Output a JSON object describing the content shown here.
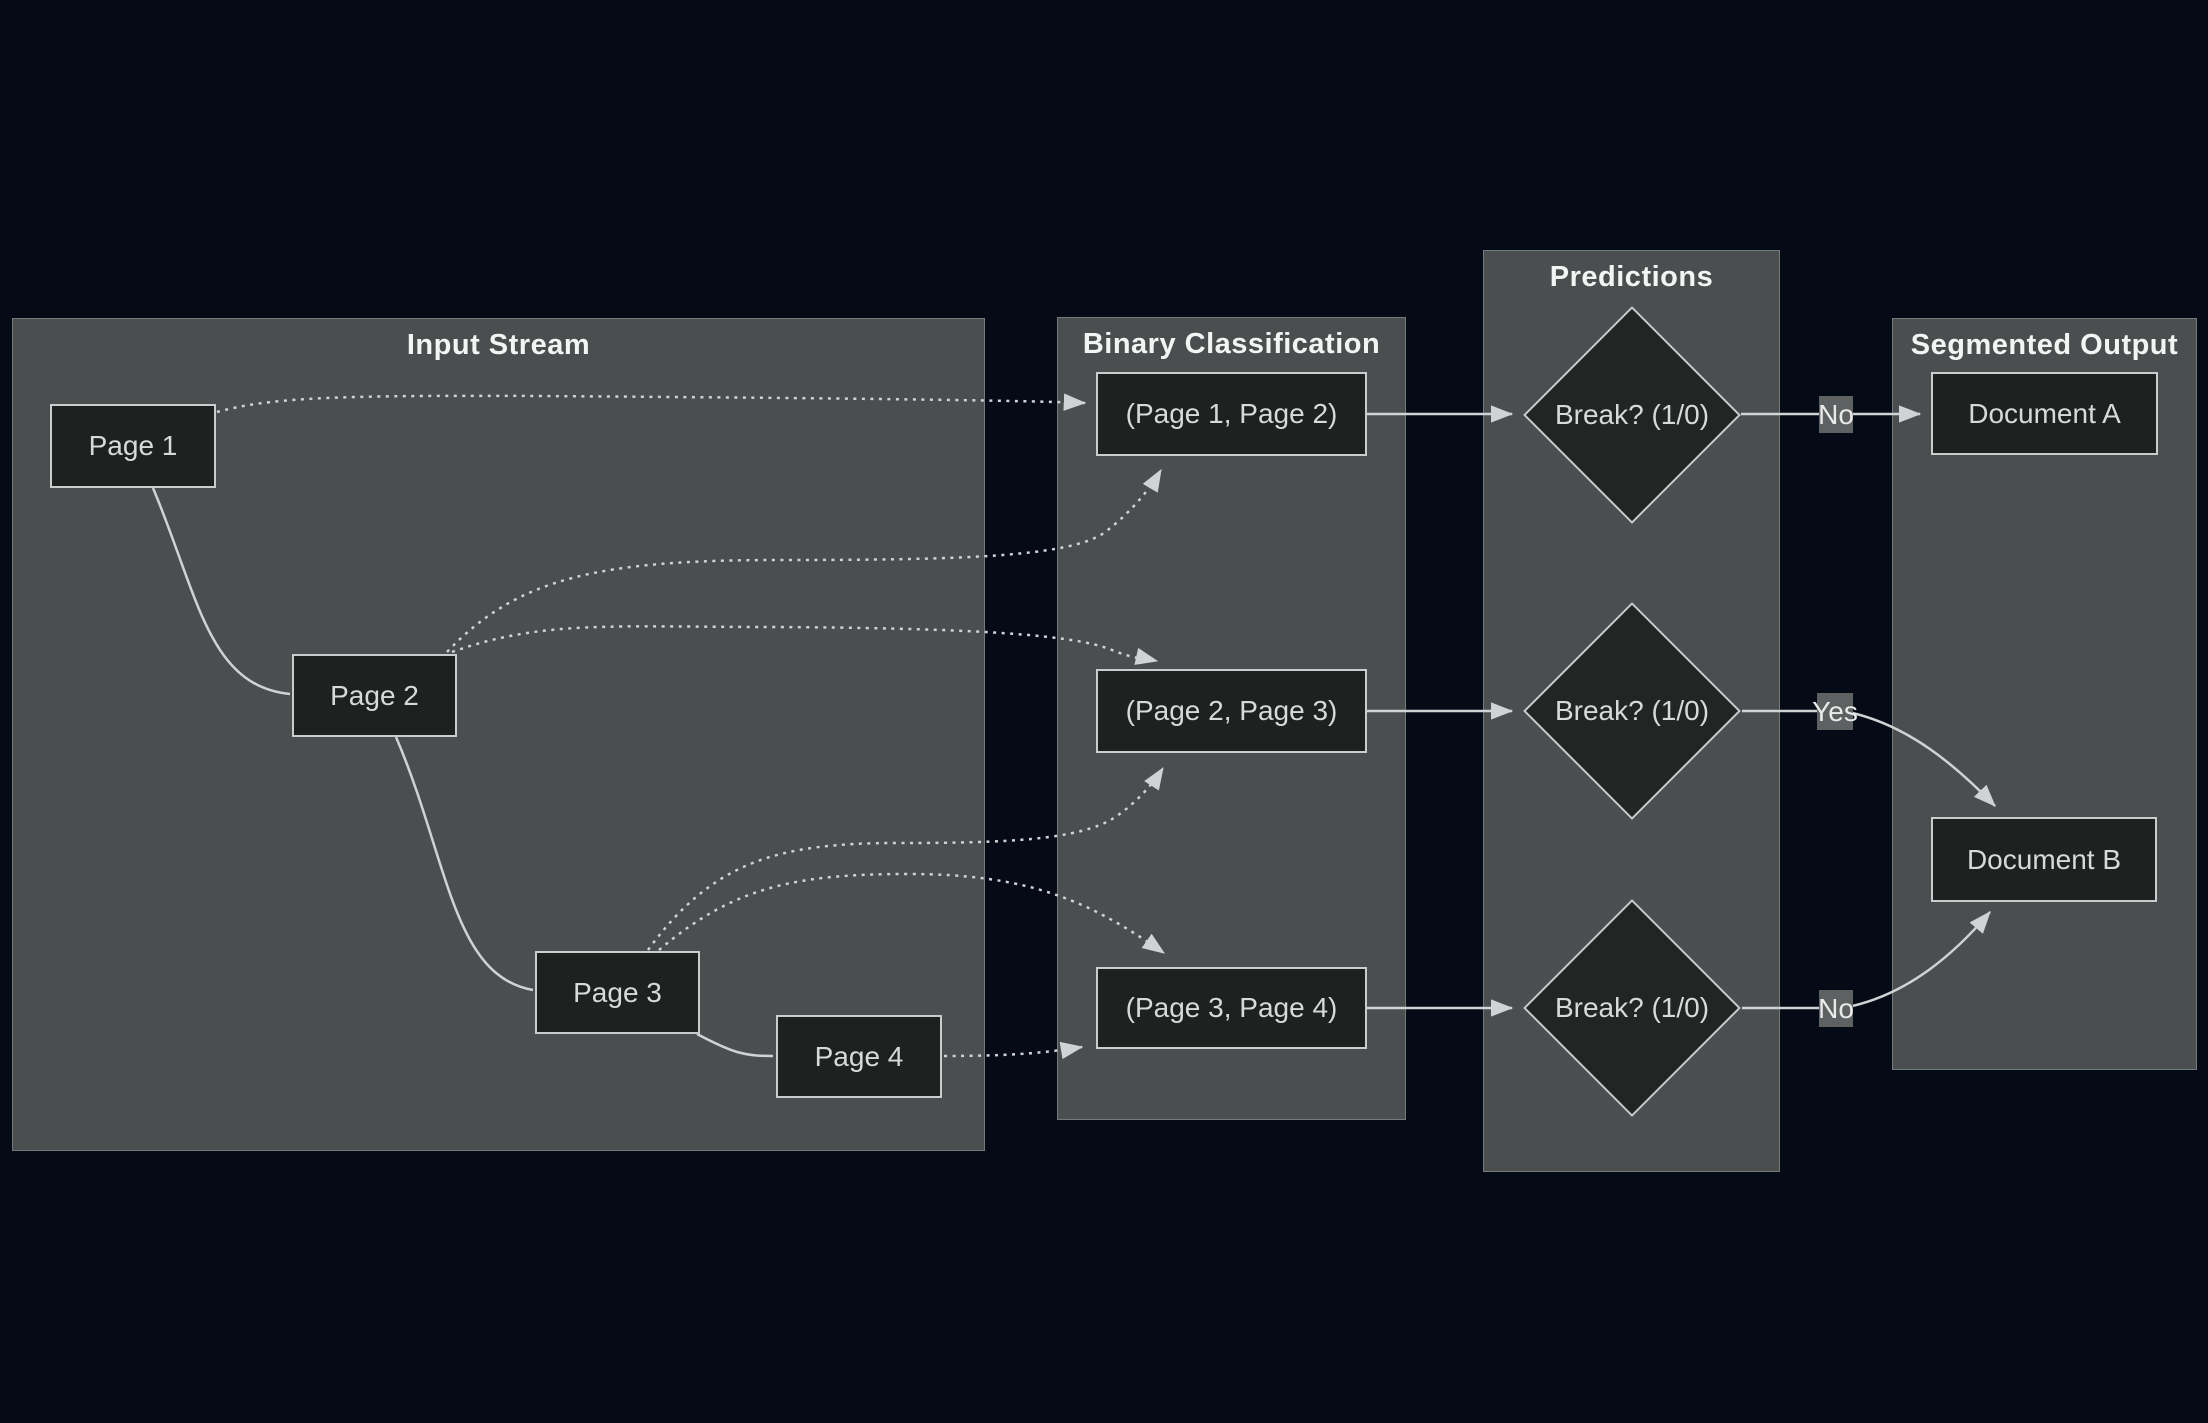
{
  "diagram": {
    "kind": "flowchart",
    "colors": {
      "background": "#040b17",
      "container_fill": "#4a4e4e",
      "node_fill": "#1f2121",
      "node_border": "#c9cdcd",
      "edge": "#cfd3d3",
      "edge_label_chip_bg": "#5d6161",
      "node_text": "#d8dada",
      "title_text": "#f3f5f5"
    },
    "containers": {
      "input_stream": {
        "title": "Input Stream"
      },
      "binary_classification": {
        "title": "Binary Classification"
      },
      "predictions": {
        "title": "Predictions"
      },
      "segmented_output": {
        "title": "Segmented Output"
      }
    },
    "nodes": {
      "page1": {
        "label": "Page 1"
      },
      "page2": {
        "label": "Page 2"
      },
      "page3": {
        "label": "Page 3"
      },
      "page4": {
        "label": "Page 4"
      },
      "pair12": {
        "label": "(Page 1, Page 2)"
      },
      "pair23": {
        "label": "(Page 2, Page 3)"
      },
      "pair34": {
        "label": "(Page 3, Page 4)"
      },
      "break1": {
        "label": "Break? (1/0)"
      },
      "break2": {
        "label": "Break? (1/0)"
      },
      "break3": {
        "label": "Break? (1/0)"
      },
      "doc_a": {
        "label": "Document A"
      },
      "doc_b": {
        "label": "Document B"
      }
    },
    "edge_labels": {
      "break1_to_doc_a": "No",
      "break2_to_doc_b": "Yes",
      "break3_to_doc_b": "No"
    }
  }
}
